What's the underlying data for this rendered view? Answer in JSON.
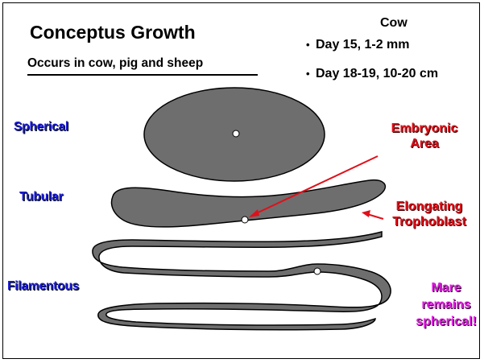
{
  "slide": {
    "title": "Conceptus Growth",
    "subtitle": "Occurs in cow, pig and sheep"
  },
  "cow_box": {
    "heading": "Cow",
    "bullets": [
      "Day 15, 1-2 mm",
      "Day 18-19, 10-20 cm"
    ],
    "bullet_char": "•"
  },
  "stages": {
    "spherical": "Spherical",
    "tubular": "Tubular",
    "filamentous": "Filamentous"
  },
  "annotations": {
    "embryonic_line1": "Embryonic",
    "embryonic_line2": "Area",
    "elongating_line1": "Elongating",
    "elongating_line2": "Trophoblast",
    "mare_line1": "Mare",
    "mare_line2": "remains",
    "mare_line3": "spherical!"
  },
  "colors": {
    "shape_fill": "#6e6e6e",
    "stage_text": "#1a1ad6",
    "annotation_red": "#e0101a",
    "mare_text": "#e020e0"
  }
}
